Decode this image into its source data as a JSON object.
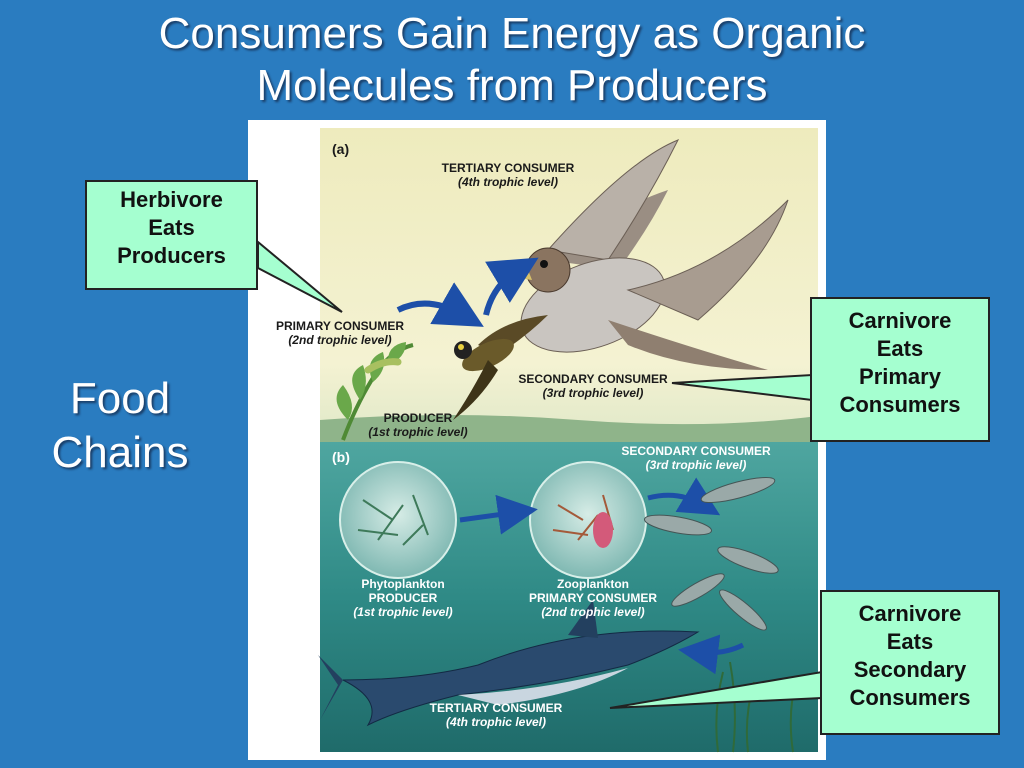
{
  "title": {
    "line1": "Consumers Gain Energy as Organic",
    "line2": "Molecules from Producers"
  },
  "side_label": {
    "line1": "Food",
    "line2": "Chains"
  },
  "colors": {
    "background": "#2a7cc0",
    "callout_fill": "#a5ffd0",
    "land_panel": "#f3f0c4",
    "water_panel": "#2f8a86"
  },
  "callouts": {
    "herbivore": [
      "Herbivore",
      "Eats",
      "Producers"
    ],
    "carnivore_primary": [
      "Carnivore",
      "Eats",
      "Primary",
      "Consumers"
    ],
    "carnivore_secondary": [
      "Carnivore",
      "Eats",
      "Secondary",
      "Consumers"
    ]
  },
  "figure": {
    "panel_a": {
      "tag": "(a)",
      "tertiary": {
        "label": "TERTIARY CONSUMER",
        "level": "(4th trophic level)"
      },
      "primary": {
        "label": "PRIMARY CONSUMER",
        "level": "(2nd trophic level)"
      },
      "secondary": {
        "label": "SECONDARY CONSUMER",
        "level": "(3rd trophic level)"
      },
      "producer": {
        "label": "PRODUCER",
        "level": "(1st trophic level)"
      }
    },
    "panel_b": {
      "tag": "(b)",
      "secondary": {
        "label": "SECONDARY CONSUMER",
        "level": "(3rd trophic level)"
      },
      "phyto": {
        "name": "Phytoplankton",
        "label": "PRODUCER",
        "level": "(1st trophic level)"
      },
      "zoo": {
        "name": "Zooplankton",
        "label": "PRIMARY CONSUMER",
        "level": "(2nd trophic level)"
      },
      "tertiary": {
        "label": "TERTIARY CONSUMER",
        "level": "(4th trophic level)"
      }
    }
  }
}
